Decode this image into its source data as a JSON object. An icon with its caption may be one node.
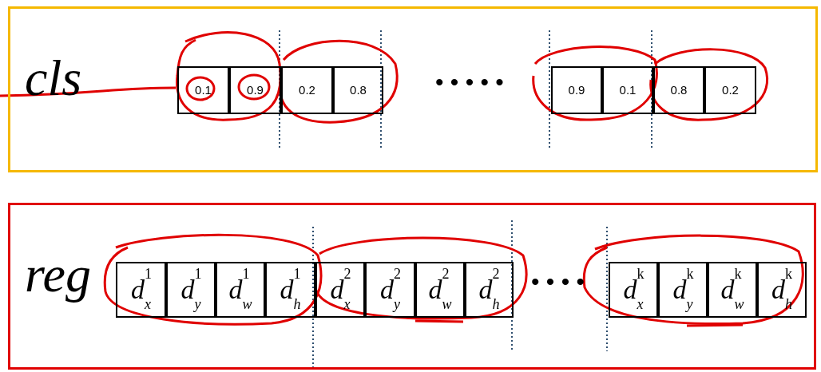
{
  "diagram": {
    "nodes": [
      {
        "text": [
          "cls"
        ]
      },
      {
        "text": [
          "0.1"
        ],
        "in": 0
      },
      {
        "text": [
          "0.9"
        ],
        "in": 0
      },
      {
        "text": [
          "0.2"
        ],
        "in": 0
      },
      {
        "text": [
          "0.8"
        ],
        "in": 0
      },
      {
        "text": [
          "0.9"
        ],
        "in": 0
      },
      {
        "text": [
          "0.1"
        ],
        "in": 0
      },
      {
        "text": [
          "0.8"
        ],
        "in": 0
      },
      {
        "text": [
          "0.2"
        ],
        "in": 0
      },
      {
        "text": [
          "reg"
        ]
      },
      {
        "text": [
          "d$^{1}$$_{x}$"
        ],
        "in": 9
      },
      {
        "text": [
          "d$^{1}$$_{y}$"
        ],
        "in": 9
      },
      {
        "text": [
          "d$^{1}$$_{w}$"
        ],
        "in": 9
      },
      {
        "text": [
          "d$^{1}$$_{h}$"
        ],
        "in": 9
      },
      {
        "text": [
          "d$^{2}$$_{x}$"
        ],
        "in": 9
      },
      {
        "text": [
          "d$^{2}$$_{y}$"
        ],
        "in": 9
      },
      {
        "text": [
          "d$^{2}$$_{w}$"
        ],
        "in": 9
      },
      {
        "text": [
          "d$^{2}$$_{h}$"
        ],
        "in": 9
      },
      {
        "text": [
          "d$^{k}$$_{x}$"
        ],
        "in": 9
      },
      {
        "text": [
          "d$^{k}$$_{y}$"
        ],
        "in": 9
      },
      {
        "text": [
          "d$^{k}$$_{w}$"
        ],
        "in": 9
      },
      {
        "text": [
          "d$^{k}$$_{h}$"
        ],
        "in": 9
      }
    ],
    "edges": [
      {
        "from": null,
        "to": 1,
        "arrow": "none",
        "color": "#e00000"
      }
    ],
    "labels": [
      "• • • • •",
      "• • • •"
    ]
  }
}
